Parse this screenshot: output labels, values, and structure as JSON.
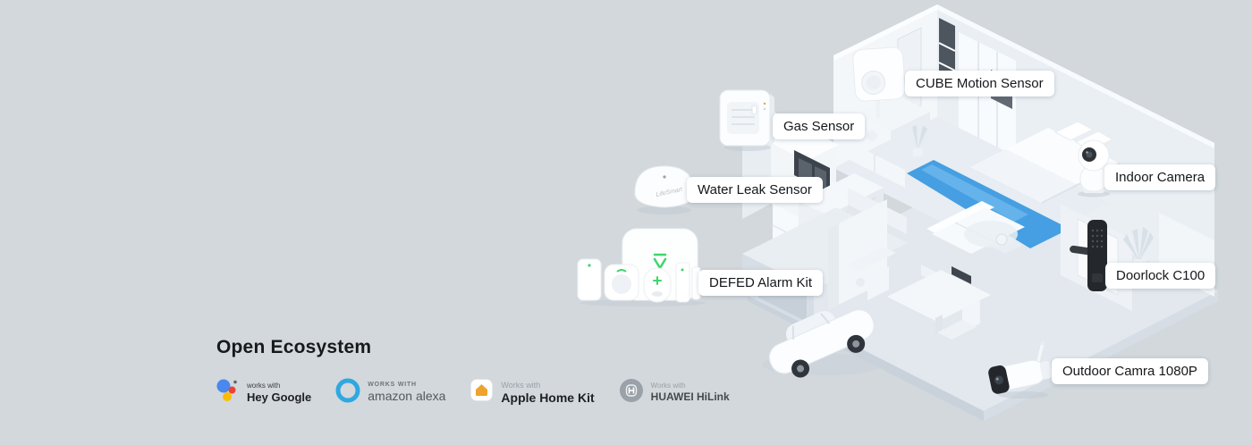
{
  "theme": {
    "background": "#d2d8dc",
    "chip_background": "#ffffff",
    "chip_text": "#15171a",
    "pool_blue": "#459fe2",
    "accent_green": "#3fd56b",
    "alexa_blue": "#2ea8e1",
    "homekit_orange": "#eea32c",
    "google_blue": "#4a87ee",
    "google_red": "#ea4335",
    "google_yellow": "#fbbc04",
    "hilink_gray": "#9aa1a8"
  },
  "heading": {
    "title": "Open Ecosystem"
  },
  "device_labels": [
    {
      "id": "gas-sensor",
      "label": "Gas Sensor"
    },
    {
      "id": "cube-motion-sensor",
      "label": "CUBE Motion Sensor"
    },
    {
      "id": "water-leak-sensor",
      "label": "Water Leak Sensor"
    },
    {
      "id": "indoor-camera",
      "label": "Indoor Camera"
    },
    {
      "id": "defed-alarm-kit",
      "label": "DEFED Alarm Kit"
    },
    {
      "id": "doorlock-c100",
      "label": "Doorlock C100"
    },
    {
      "id": "outdoor-camera-1080p",
      "label": "Outdoor Camra 1080P"
    }
  ],
  "branding": {
    "water_leak_sensor": "LifeSmart"
  },
  "partners": [
    {
      "id": "hey-google",
      "works_with": "works with",
      "name": "Hey Google"
    },
    {
      "id": "amazon-alexa",
      "works_with": "WORKS WITH",
      "name": "amazon alexa"
    },
    {
      "id": "apple-home-kit",
      "works_with": "Works with",
      "name": "Apple Home Kit"
    },
    {
      "id": "huawei-hilink",
      "works_with": "Works with",
      "name": "HUAWEI HiLink"
    }
  ]
}
